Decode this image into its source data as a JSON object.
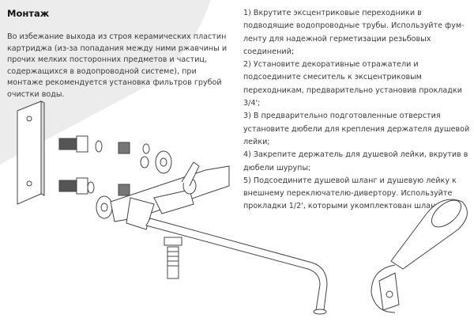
{
  "title": "Монтаж",
  "intro": "Во избежание выхода из строя керамических пластин картриджа (из-за попадания между ними ржавчины и прочих мелких посторонних предметов и частиц, содержащихся в водопроводной системе), при монтаже рекомендуется установка фильтров грубой очистки воды.",
  "steps": [
    "1) Вкрутите эксцентриковые переходники в подводящие водопроводные трубы. Используйте фум-ленту для надежной герметизации резьбовых соединений;",
    "2) Установите декоративные отражатели и подсоедините смеситель к эксцентриковым переходникам, предварительно установив прокладки 3/4';",
    "3) В предварительно подготовленные отверстия установите дюбели для крепления держателя душевой лейки;",
    "4) Закрепите держатель для душевой лейки, вкрутив в дюбели шурупы;",
    "5) Подсоедините душевой шланг и душевую лейку к внешнему переключателю-дивертору. Используйте прокладки 1/2', которыми укомплектован шланг."
  ]
}
